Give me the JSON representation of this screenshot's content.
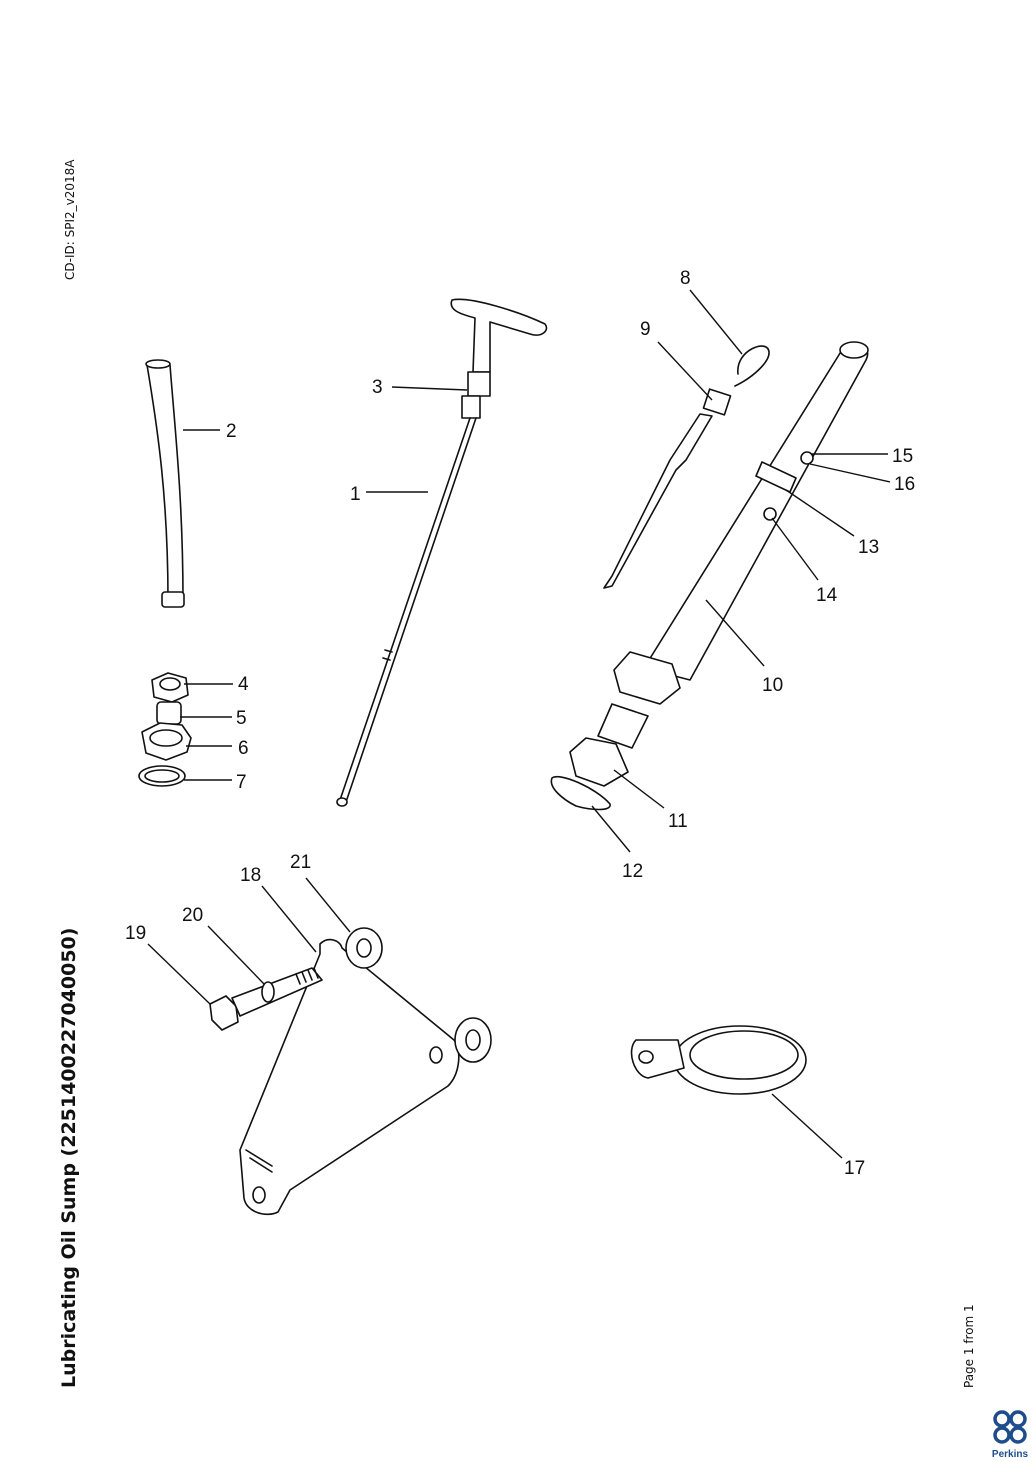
{
  "header": {
    "cd_id": "CD-ID: SPI2_v2018A"
  },
  "document": {
    "title": "Lubricating Oil Sump (2251400227040050)",
    "pagination": "Page 1 from 1"
  },
  "brand": {
    "name": "Perkins",
    "color": "#1e4d8c"
  },
  "callouts": [
    "1",
    "2",
    "3",
    "4",
    "5",
    "6",
    "7",
    "8",
    "9",
    "10",
    "11",
    "12",
    "13",
    "14",
    "15",
    "16",
    "17",
    "18",
    "19",
    "20",
    "21"
  ]
}
